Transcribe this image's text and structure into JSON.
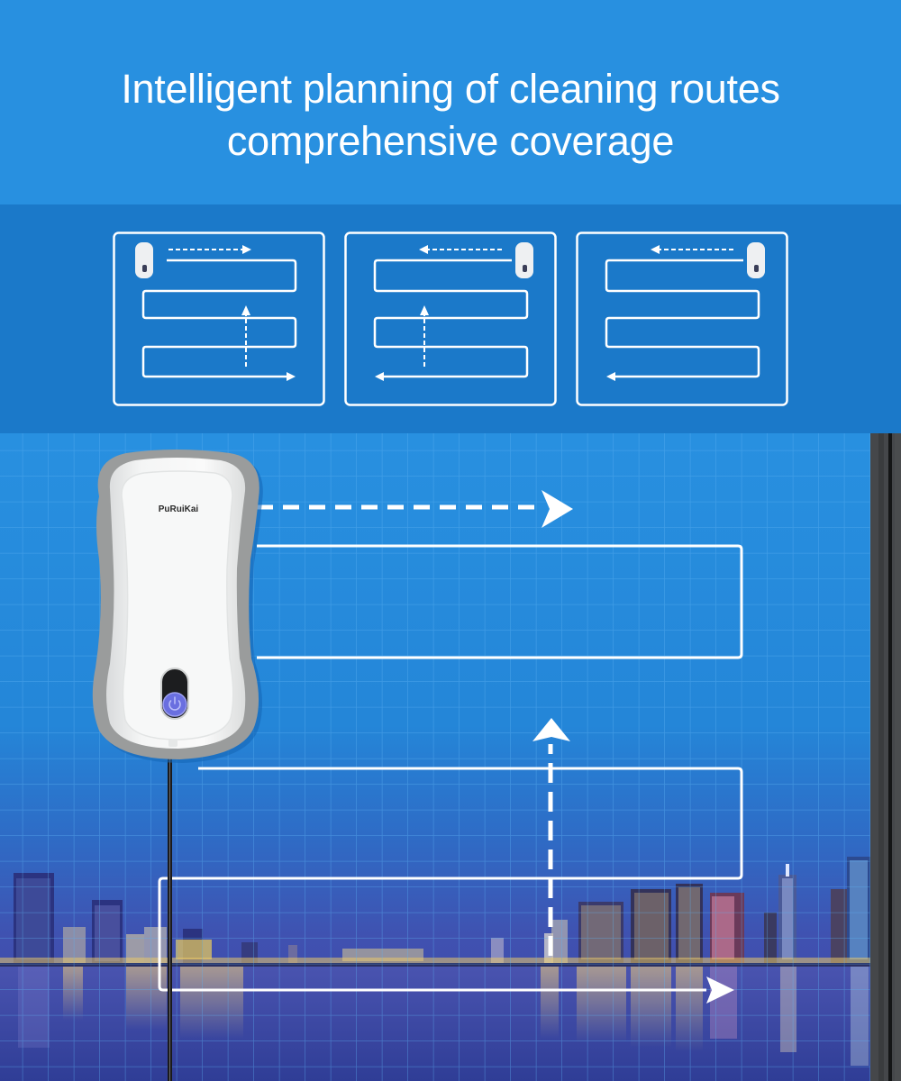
{
  "header": {
    "title_line1": "Intelligent planning of cleaning routes",
    "title_line2": "comprehensive coverage",
    "background_color": "#2890e0",
    "text_color": "#ffffff"
  },
  "route_diagrams": {
    "background_color": "#1b79c9",
    "stroke_color": "#ffffff",
    "items": [
      {
        "name": "start-top-left",
        "robot_position": "top-left",
        "first_direction": "right",
        "end_direction": "right",
        "rows": 4
      },
      {
        "name": "start-top-right-a",
        "robot_position": "top-right",
        "first_direction": "left",
        "end_direction": "left",
        "rows": 4
      },
      {
        "name": "start-top-right-b",
        "robot_position": "top-right",
        "first_direction": "left",
        "end_direction": "left",
        "rows": 4
      }
    ]
  },
  "hero": {
    "robot_brand": "PuRuiKai",
    "robot_button_icon": "power-icon",
    "button_color": "#6a6fe0",
    "sky_color": "#2890e0",
    "night_color": "#3a47a8",
    "frame_color": "#45474a"
  }
}
